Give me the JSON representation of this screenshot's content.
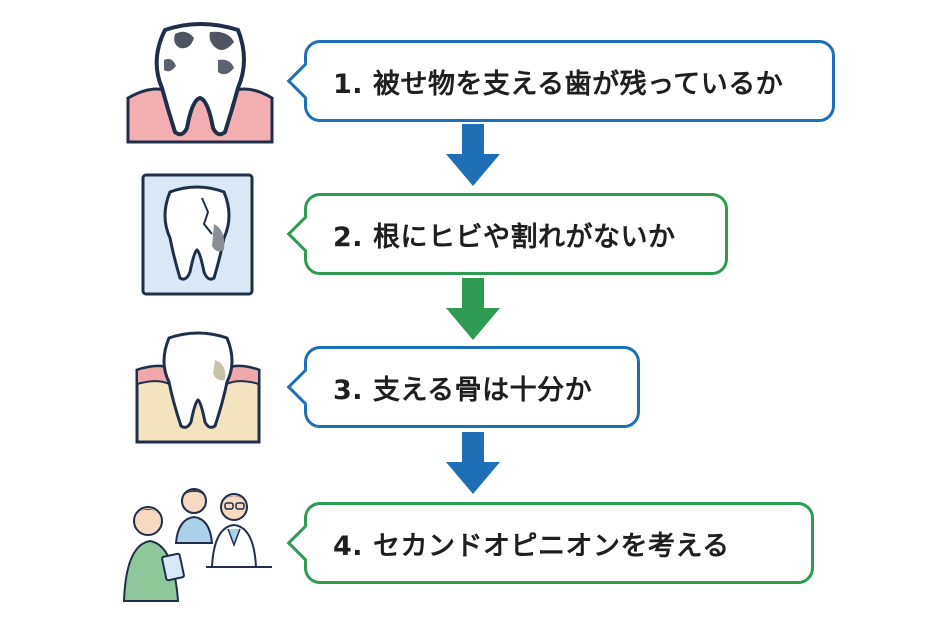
{
  "steps": [
    {
      "label": "1. 被せ物を支える歯が残っているか",
      "color": "#1e6fb5"
    },
    {
      "label": "2. 根にヒビや割れがないか",
      "color": "#2e9a52"
    },
    {
      "label": "3. 支える骨は十分か",
      "color": "#1e6fb5"
    },
    {
      "label": "4. セカンドオピニオンを考える",
      "color": "#2e9a52"
    }
  ],
  "arrows": [
    {
      "color": "#1e6fb5"
    },
    {
      "color": "#2e9a52"
    },
    {
      "color": "#1e6fb5"
    }
  ],
  "icons": [
    "decayed-tooth-icon",
    "cracked-tooth-xray-icon",
    "tooth-bone-icon",
    "consultation-people-icon"
  ]
}
